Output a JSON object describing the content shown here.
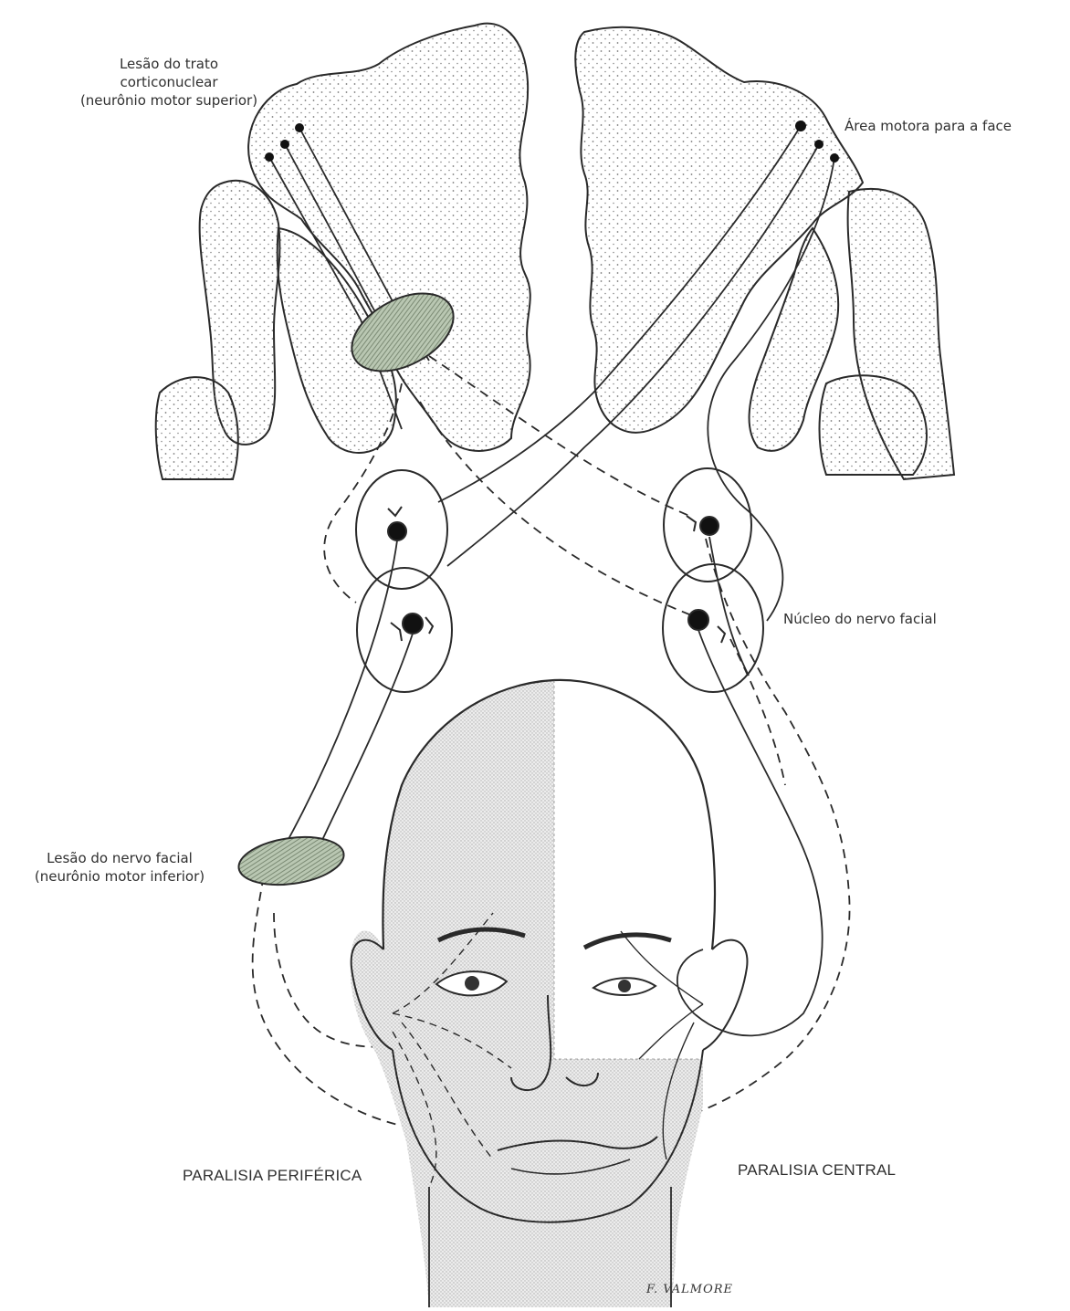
{
  "labels": {
    "corticonuclear_lesion": [
      "Lesão do trato",
      "corticonuclear",
      "(neurônio motor superior)"
    ],
    "face_motor_area": "Área motora para a face",
    "facial_nucleus": "Núcleo do nervo facial",
    "facial_nerve_lesion": [
      "Lesão do nervo facial",
      "(neurônio motor inferior)"
    ],
    "peripheral_paralysis": "PARALISIA PERIFÉRICA",
    "central_paralysis": "PARALISIA CENTRAL",
    "signature": "F. VALMORE"
  },
  "colors": {
    "lesion_fill": "#b9c7b2",
    "stipple": "#8a8a8a",
    "line": "#2a2a2a",
    "shade": "#c9c9c9"
  }
}
